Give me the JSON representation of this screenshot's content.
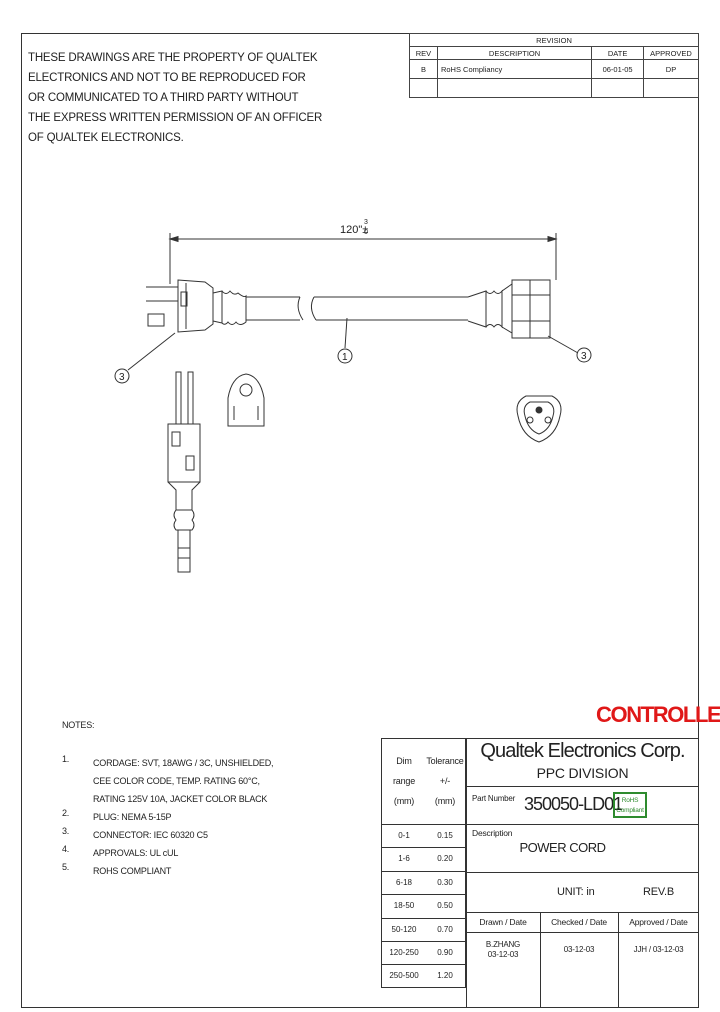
{
  "property_notice": [
    "THESE DRAWINGS ARE THE PROPERTY OF QUALTEK",
    "ELECTRONICS AND NOT TO BE REPRODUCED FOR",
    "OR COMMUNICATED TO A THIRD PARTY WITHOUT",
    "THE EXPRESS WRITTEN PERMISSION OF AN OFFICER",
    "OF QUALTEK ELECTRONICS."
  ],
  "revision_block": {
    "title": "REVISION",
    "headers": [
      "REV",
      "DESCRIPTION",
      "DATE",
      "APPROVED"
    ],
    "rows": [
      [
        "B",
        "RoHS Compliancy",
        "06-01-05",
        "DP"
      ],
      [
        "",
        "",
        "",
        ""
      ]
    ]
  },
  "drawing": {
    "length_main": "120\"±",
    "length_tol_plus": "3",
    "length_tol_minus": "0",
    "callouts": [
      "3",
      "1",
      "3"
    ]
  },
  "notes": {
    "title": "NOTES:",
    "items": [
      {
        "num": "1.",
        "lines": [
          "CORDAGE: SVT, 18AWG / 3C, UNSHIELDED,",
          "CEE COLOR CODE, TEMP. RATING 60°C,",
          "RATING 125V 10A, JACKET COLOR BLACK"
        ]
      },
      {
        "num": "2.",
        "lines": [
          "PLUG: NEMA 5-15P"
        ]
      },
      {
        "num": "3.",
        "lines": [
          "CONNECTOR: IEC 60320 C5"
        ]
      },
      {
        "num": "4.",
        "lines": [
          "APPROVALS: UL cUL"
        ]
      },
      {
        "num": "5.",
        "lines": [
          "ROHS COMPLIANT"
        ]
      }
    ]
  },
  "status_stamp": "CONTROLLED",
  "tolerance_table": {
    "header": [
      [
        "Dim",
        "Tolerance"
      ],
      [
        "range",
        "+/-"
      ],
      [
        "(mm)",
        "(mm)"
      ]
    ],
    "rows": [
      [
        "0-1",
        "0.15"
      ],
      [
        "1-6",
        "0.20"
      ],
      [
        "6-18",
        "0.30"
      ],
      [
        "18-50",
        "0.50"
      ],
      [
        "50-120",
        "0.70"
      ],
      [
        "120-250",
        "0.90"
      ],
      [
        "250-500",
        "1.20"
      ]
    ]
  },
  "title_block": {
    "company": "Qualtek Electronics Corp.",
    "division": "PPC DIVISION",
    "part_number_label": "Part Number",
    "part_number": "350050-LD01",
    "rohs_badge": [
      "RoHS",
      "Compliant"
    ],
    "description_label": "Description",
    "description": "POWER CORD",
    "unit": "UNIT: in",
    "rev": "REV.B",
    "drawn_label": "Drawn / Date",
    "checked_label": "Checked / Date",
    "approved_label": "Approved / Date",
    "drawn_by": "B.ZHANG",
    "drawn_date": "03-12-03",
    "checked": "03-12-03",
    "approved": "JJH / 03-12-03"
  },
  "colors": {
    "stamp": "#e01818",
    "rohs_badge": "#2e8b2e",
    "ink": "#333333"
  }
}
